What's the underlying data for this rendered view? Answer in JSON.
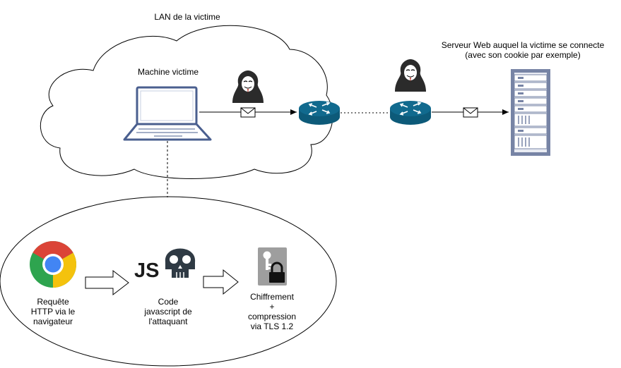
{
  "labels": {
    "lan_title": "LAN de la victime",
    "machine": "Machine victime",
    "server_line1": "Serveur Web auquel la victime se connecte",
    "server_line2": "(avec son cookie par exemple)",
    "request": [
      "Requête",
      "HTTP via le",
      "navigateur"
    ],
    "js_text": "JS",
    "code": [
      "Code",
      "javascript de",
      "l'attaquant"
    ],
    "encryption": [
      "Chiffrement",
      "+",
      "compression",
      "via TLS 1.2"
    ]
  },
  "colors": {
    "router": "#116a8e",
    "server_frame": "#7784a5",
    "laptop_blue": "#4a5f8f",
    "outline": "#000000",
    "hacker": "#2b2b2b",
    "lock_bg": "#9e9e9e"
  },
  "icons": {
    "laptop": "laptop-icon",
    "hacker": "hacker-icon",
    "router": "router-icon",
    "server": "server-rack-icon",
    "envelope": "envelope-icon",
    "browser": "chrome-icon",
    "skull": "skull-icon",
    "lock": "lock-key-icon"
  }
}
